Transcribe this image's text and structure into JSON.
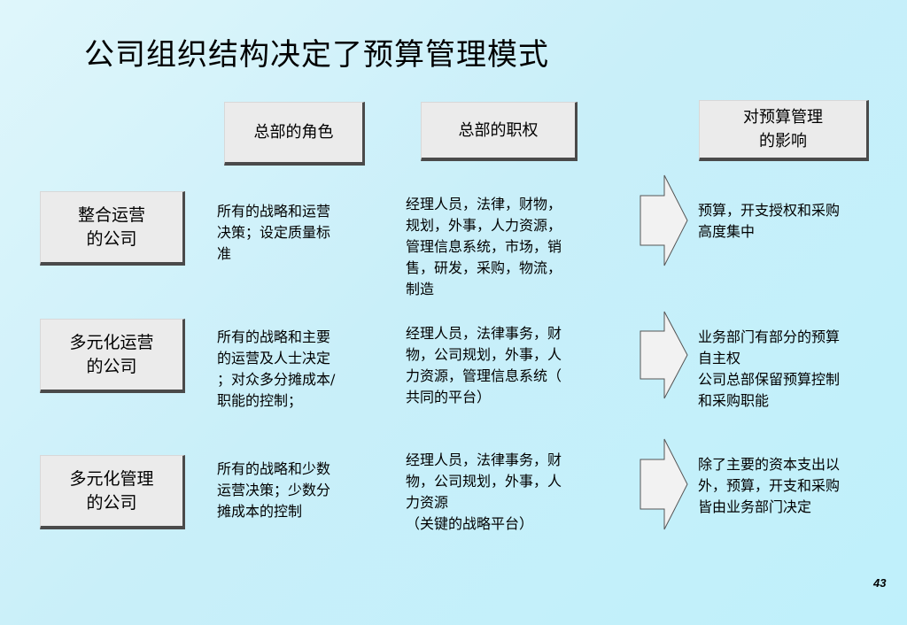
{
  "slide": {
    "title": "公司组织结构决定了预算管理模式",
    "page_number": "43"
  },
  "headers": {
    "role": "总部的角色",
    "power": "总部的职权",
    "impact": "对预算管理\n的影响"
  },
  "rows": [
    {
      "label": "整合运营\n的公司",
      "role": "所有的战略和运营\n决策；设定质量标\n准",
      "power": "经理人员，法律，财物，\n规划，外事，人力资源，\n管理信息系统，市场，销\n售，研发，采购，物流，\n制造",
      "impact": "预算，开支授权和采购\n高度集中"
    },
    {
      "label": "多元化运营\n的公司",
      "role": "所有的战略和主要\n的运营及人士决定\n；对众多分摊成本/\n职能的控制；",
      "power": "经理人员，法律事务，财\n物，公司规划，外事，人\n力资源，管理信息系统（\n共同的平台）",
      "impact": "业务部门有部分的预算\n自主权\n公司总部保留预算控制\n和采购职能"
    },
    {
      "label": "多元化管理\n的公司",
      "role": "所有的战略和少数\n运营决策；少数分\n摊成本的控制",
      "power": "经理人员，法律事务，财\n物，公司规划，外事，人\n力资源\n（关键的战略平台）",
      "impact": "除了主要的资本支出以\n外，预算，开支和采购\n皆由业务部门决定"
    }
  ],
  "icons": {
    "row_arrow": "right-arrow-icon"
  },
  "colors": {
    "background_light": "#dff6fb",
    "background_cyan": "#bff0fb",
    "box_fill": "#ebebeb",
    "box_shadow": "#4a4a4a"
  }
}
